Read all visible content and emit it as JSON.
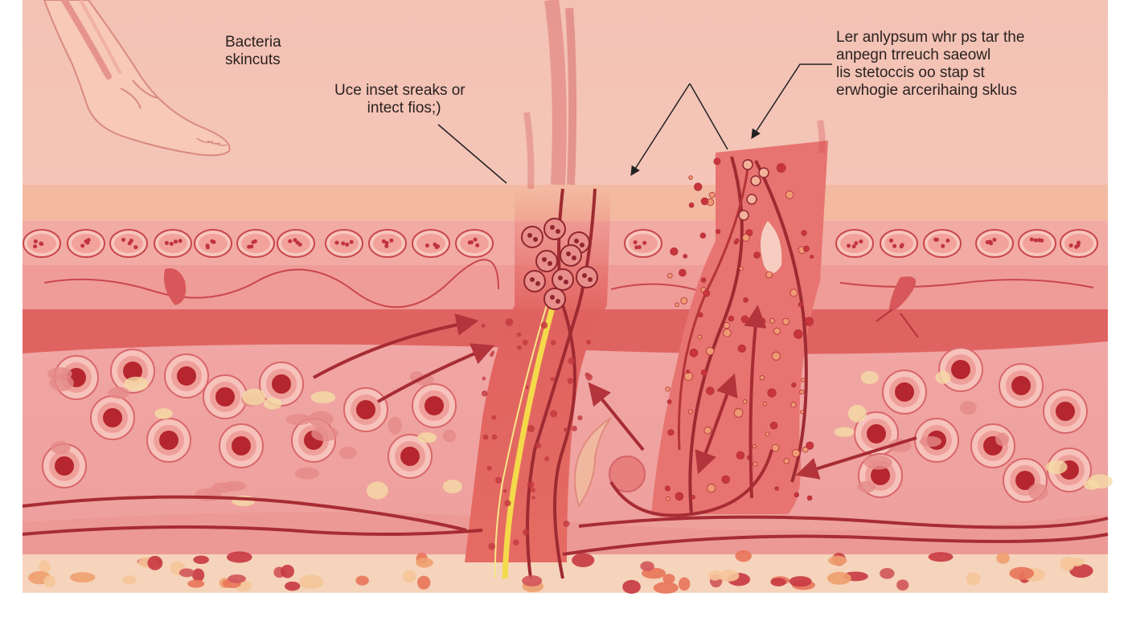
{
  "labels": {
    "bacteria_skincuts": "Bacteria\nskincuts",
    "inset": "Uce inset sreaks or\n  intect fios;)",
    "right_note": "Ler anlypsum whr ps tar the\nanpegn trreuch saeowl\nlis stetoccis oo stap st\nerwhogie arcerihaing sklus"
  },
  "colors": {
    "sky": "#f4c4b6",
    "epidermis": "#f3b79e",
    "cell_layer": "#f1a9a3",
    "dermis_band": "#e06462",
    "tissue": "#f0a1a1",
    "vessel": "#b3343a",
    "nerve": "#f4d94a",
    "fat": "#f5d2b2"
  },
  "icons": [
    "foot-icon",
    "blood-cell-icon",
    "bacteria-icon",
    "arrow-icon"
  ]
}
